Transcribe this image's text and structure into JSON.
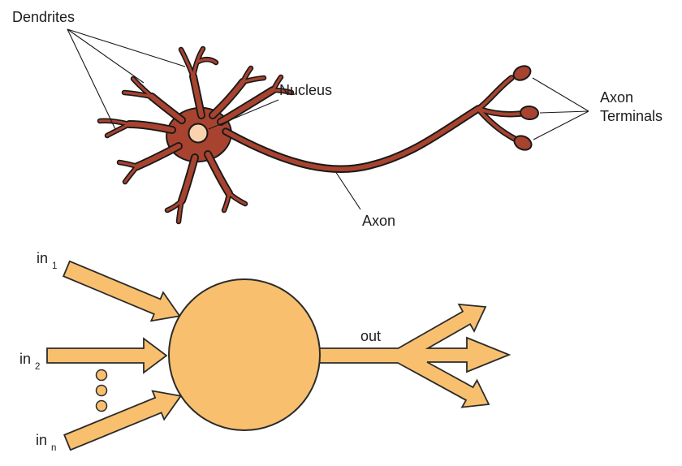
{
  "colors": {
    "background": "#ffffff",
    "neuron_fill": "#a8432f",
    "nucleus_fill": "#f9d3ae",
    "outline_dark": "#191919",
    "schematic_fill": "#f8c06e",
    "schematic_outline": "#2b2b2b",
    "text": "#1d1d1d"
  },
  "biological_neuron": {
    "dendrites_label": "Dendrites",
    "nucleus_label": "Nucleus",
    "axon_label": "Axon",
    "axon_terminals_line1": "Axon",
    "axon_terminals_line2": "Terminals"
  },
  "artificial_neuron": {
    "inputs": [
      {
        "base": "in",
        "subscript": "1"
      },
      {
        "base": "in",
        "subscript": "2"
      },
      {
        "base": "in",
        "subscript": "n"
      }
    ],
    "output_label": "out"
  }
}
